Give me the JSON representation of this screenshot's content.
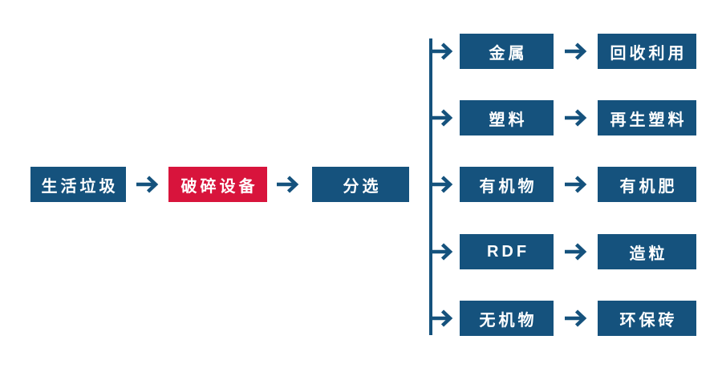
{
  "colors": {
    "node_blue": "#15527d",
    "node_red": "#d8143c",
    "text": "#ffffff",
    "background": "#ffffff"
  },
  "icons": {
    "arrow_right": "→"
  },
  "main_flow": {
    "nodes": [
      {
        "label": "生活垃圾"
      },
      {
        "label": "破碎设备"
      },
      {
        "label": "分选"
      }
    ]
  },
  "branches": [
    {
      "source": "金属",
      "result": "回收利用"
    },
    {
      "source": "塑料",
      "result": "再生塑料"
    },
    {
      "source": "有机物",
      "result": "有机肥"
    },
    {
      "source": "RDF",
      "result": "造粒"
    },
    {
      "source": "无机物",
      "result": "环保砖"
    }
  ]
}
